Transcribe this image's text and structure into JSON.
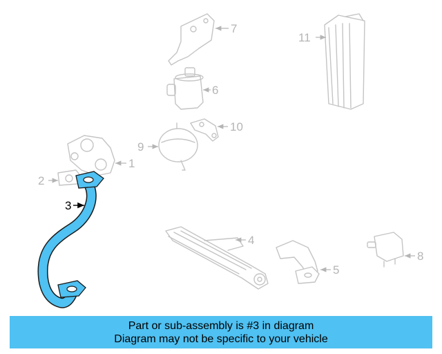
{
  "callouts": {
    "c1": "1",
    "c2": "2",
    "c3": "3",
    "c4": "4",
    "c5": "5",
    "c6": "6",
    "c7": "7",
    "c8": "8",
    "c9": "9",
    "c10": "10",
    "c11": "11"
  },
  "highlight_color": "#4fc1f2",
  "caption": {
    "line1": "Part or sub-assembly is #3 in diagram",
    "line2": "Diagram may not be specific to your vehicle"
  }
}
